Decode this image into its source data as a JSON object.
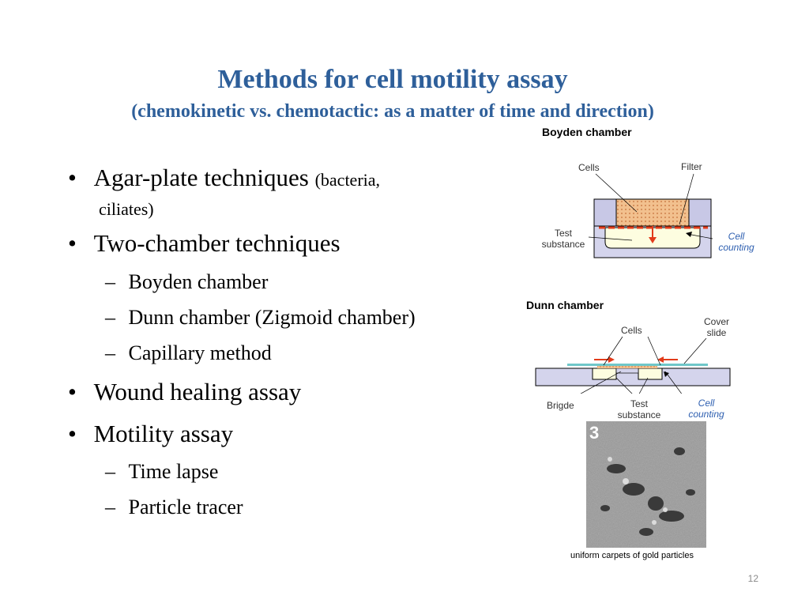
{
  "slide": {
    "title": "Methods for cell motility assay",
    "subtitle": "(chemokinetic vs. chemotactic: as a matter of time and direction)",
    "page_number": "12"
  },
  "bullets": [
    {
      "bullet": "•",
      "text": "Agar-plate techniques",
      "note": "(bacteria,",
      "note2": "ciliates)"
    },
    {
      "bullet": "•",
      "text": "Two-chamber techniques"
    },
    {
      "bullet": "–",
      "text": "Boyden chamber"
    },
    {
      "bullet": "–",
      "text": "Dunn chamber (Zigmoid chamber)"
    },
    {
      "bullet": "–",
      "text": "Capillary method"
    },
    {
      "bullet": "•",
      "text": "Wound healing assay"
    },
    {
      "bullet": "•",
      "text": "Motility assay"
    },
    {
      "bullet": "–",
      "text": "Time lapse"
    },
    {
      "bullet": "–",
      "text": "Particle tracer"
    }
  ],
  "boyden": {
    "title": "Boyden chamber",
    "cells": "Cells",
    "filter": "Filter",
    "test_substance_1": "Test",
    "test_substance_2": "substance",
    "cell_counting_1": "Cell",
    "cell_counting_2": "counting"
  },
  "dunn": {
    "title": "Dunn chamber",
    "cells": "Cells",
    "cover_1": "Cover",
    "cover_2": "slide",
    "bridge": "Brigde",
    "test_1": "Test",
    "test_2": "substance",
    "cell_counting_1": "Cell",
    "cell_counting_2": "counting"
  },
  "micrograph": {
    "panel_number": "3",
    "caption": "uniform carpets of gold particles"
  }
}
